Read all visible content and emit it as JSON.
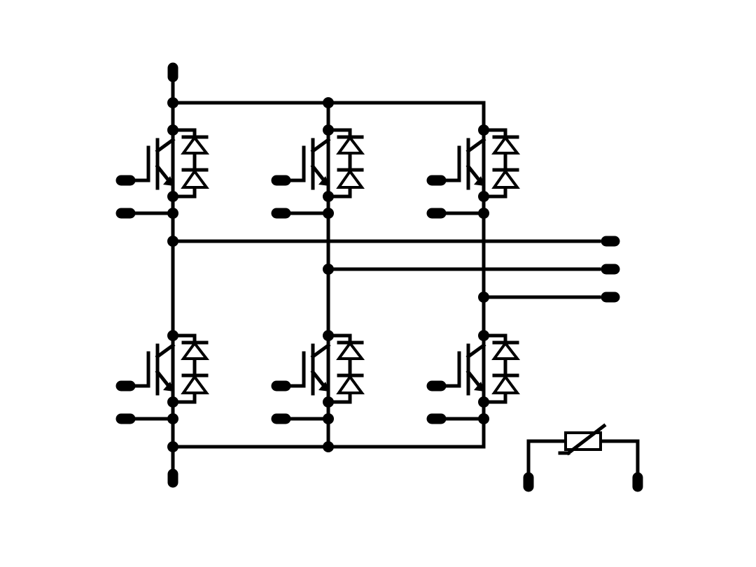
{
  "diagram": {
    "kind": "three-phase IGBT bridge with NTC thermistor",
    "stroke_color": "#000000",
    "background_color": "#ffffff",
    "switch_count": 6,
    "phase_output_count": 3,
    "dc_terminal_count": 2,
    "thermistor_terminal_count": 2
  }
}
